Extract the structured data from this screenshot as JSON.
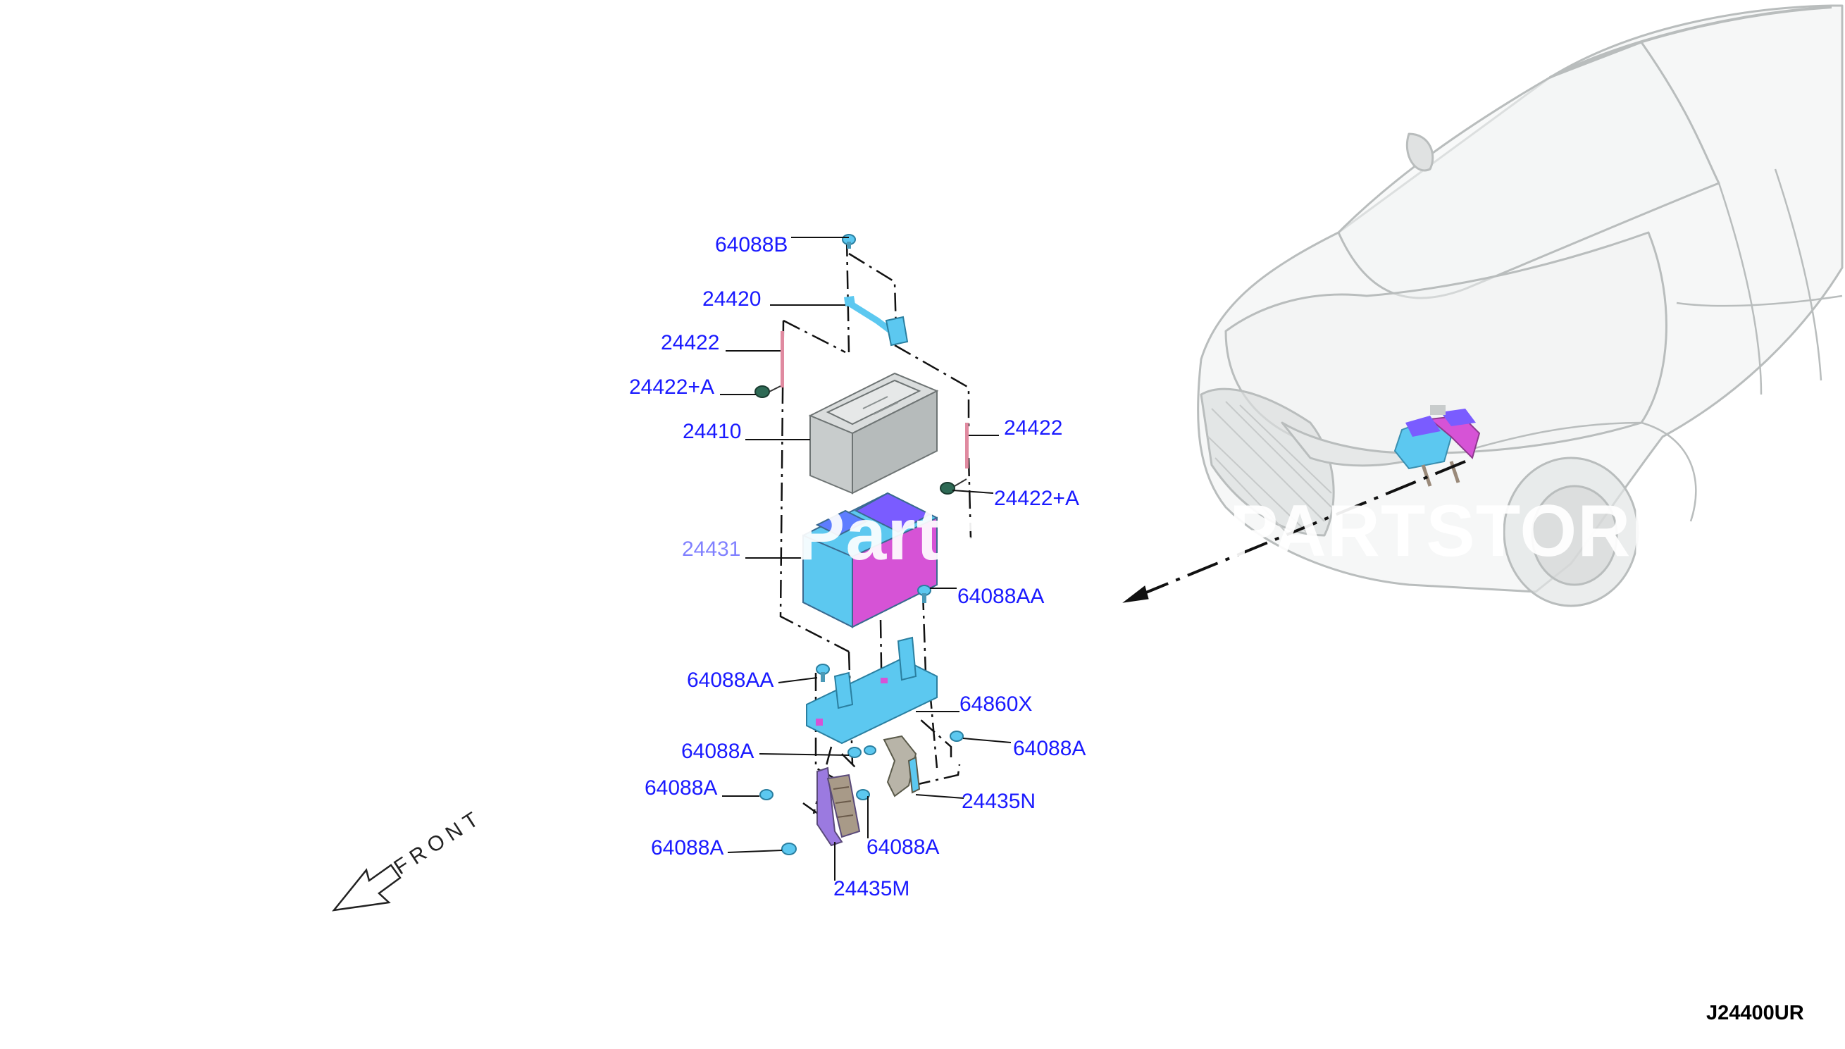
{
  "diagram": {
    "code": "J24400UR",
    "front_label": "FRONT",
    "watermark": "PARTSTORE",
    "watermark_fragment": "Parts",
    "callouts": [
      {
        "id": "c1",
        "text": "64088B"
      },
      {
        "id": "c2",
        "text": "24420"
      },
      {
        "id": "c3",
        "text": "24422"
      },
      {
        "id": "c4",
        "text": "24422+A"
      },
      {
        "id": "c5",
        "text": "24410"
      },
      {
        "id": "c6",
        "text": "24422"
      },
      {
        "id": "c7",
        "text": "24422+A"
      },
      {
        "id": "c8",
        "text": "24431"
      },
      {
        "id": "c9",
        "text": "64088AA"
      },
      {
        "id": "c10",
        "text": "64088AA"
      },
      {
        "id": "c11",
        "text": "64860X"
      },
      {
        "id": "c12",
        "text": "64088A"
      },
      {
        "id": "c13",
        "text": "64088A"
      },
      {
        "id": "c14",
        "text": "64088A"
      },
      {
        "id": "c15",
        "text": "24435N"
      },
      {
        "id": "c16",
        "text": "64088A"
      },
      {
        "id": "c17",
        "text": "64088A"
      },
      {
        "id": "c18",
        "text": "24435M"
      }
    ]
  },
  "colors": {
    "callout_text": "#1a1aff",
    "part_blue": "#5cc8f0",
    "part_magenta": "#d653d6",
    "part_violet": "#7a5cff",
    "battery_gray": "#c8cccc",
    "car_outline": "#b9bdbd"
  }
}
